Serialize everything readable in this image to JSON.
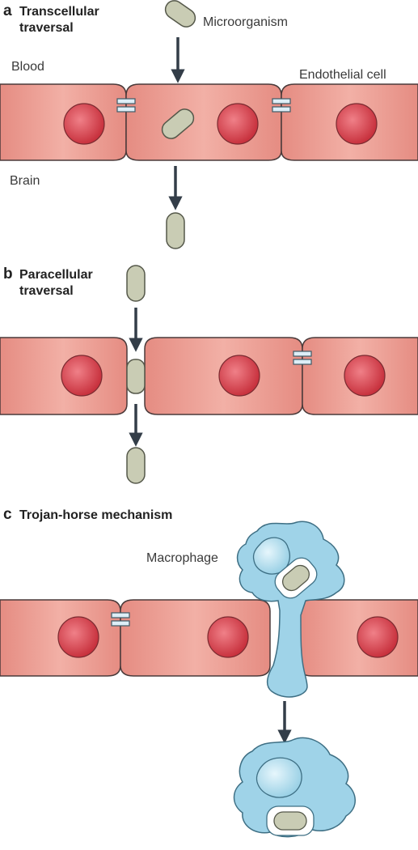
{
  "panels": {
    "a": {
      "letter": "a",
      "title_line1": "Transcellular",
      "title_line2": "traversal"
    },
    "b": {
      "letter": "b",
      "title_line1": "Paracellular",
      "title_line2": "traversal"
    },
    "c": {
      "letter": "c",
      "title_line1": "Trojan-horse mechanism"
    }
  },
  "labels": {
    "microorganism": "Microorganism",
    "blood": "Blood",
    "endothelial_cell": "Endothelial cell",
    "brain": "Brain",
    "macrophage": "Macrophage"
  },
  "colors": {
    "cell_fill": "#e8948a",
    "cell_light": "#f3b6ac",
    "cell_stroke": "#4a3a3a",
    "nucleus": "#d8404a",
    "microbe": "#c9ccb4",
    "microbe_stroke": "#55584a",
    "junction": "#ddeef7",
    "arrow": "#333d48",
    "macrophage": "#9fd3e8",
    "macrophage_nucleus": "#bfe6f4",
    "macrophage_stroke": "#3e6f84"
  }
}
